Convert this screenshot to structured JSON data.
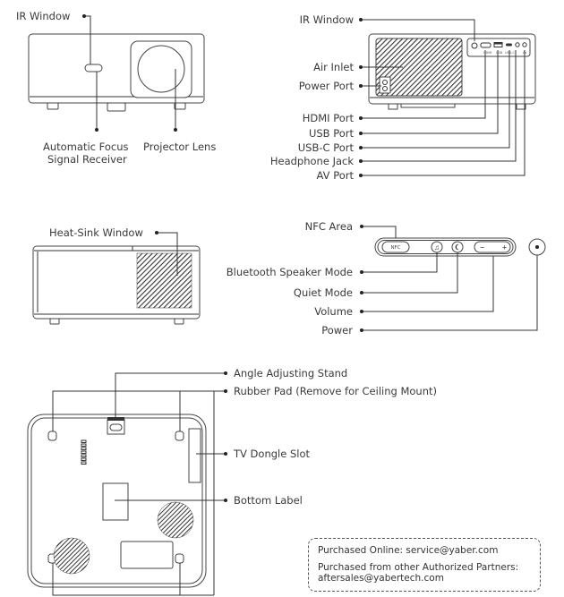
{
  "front_view": {
    "labels": {
      "ir_window": "IR Window",
      "auto_focus_line1": "Automatic Focus",
      "auto_focus_line2": "Signal Receiver",
      "projector_lens": "Projector Lens"
    }
  },
  "rear_view": {
    "labels": {
      "ir_window": "IR Window",
      "air_inlet": "Air Inlet",
      "power_port": "Power Port",
      "hdmi_port": "HDMI Port",
      "usb_port": "USB Port",
      "usbc_port": "USB-C Port",
      "headphone_jack": "Headphone Jack",
      "av_port": "AV Port"
    },
    "port_tags": [
      "HDMI",
      "USB",
      "USB-C",
      "",
      "AV"
    ]
  },
  "side_view": {
    "labels": {
      "heat_sink_window": "Heat-Sink Window"
    }
  },
  "top_panel": {
    "labels": {
      "nfc_area": "NFC Area",
      "bluetooth_speaker_mode": "Bluetooth Speaker Mode",
      "quiet_mode": "Quiet Mode",
      "volume": "Volume",
      "power": "Power"
    },
    "nfc_badge": "NFC",
    "volume_minus": "−",
    "volume_plus": "+"
  },
  "bottom_view": {
    "labels": {
      "angle_adjusting_stand": "Angle Adjusting Stand",
      "rubber_pad": "Rubber Pad (Remove for Ceiling Mount)",
      "tv_dongle_slot": "TV Dongle Slot",
      "bottom_label": "Bottom Label"
    }
  },
  "support_note": {
    "online": "Purchased Online: service@yaber.com",
    "partners_line1": "Purchased from other Authorized Partners:",
    "partners_line2": "aftersales@yabertech.com"
  }
}
